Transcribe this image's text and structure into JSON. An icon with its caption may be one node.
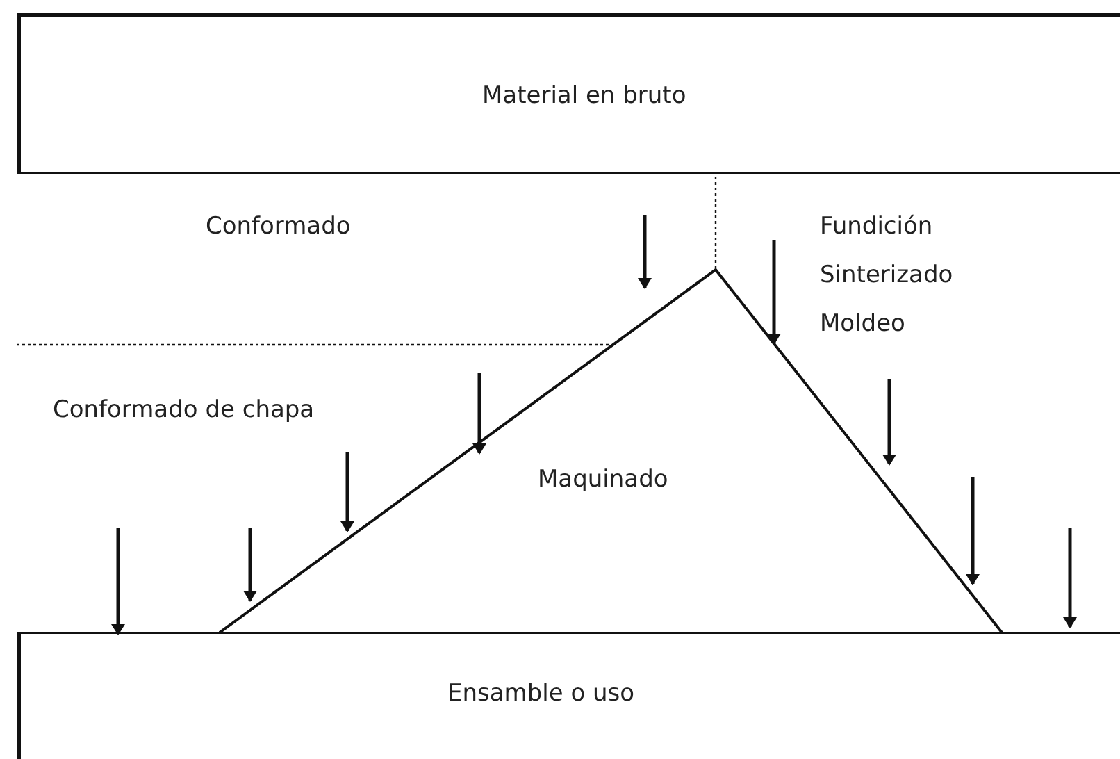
{
  "diagram": {
    "nodes": [
      {
        "text": [
          "Material en bruto"
        ]
      },
      {
        "text": [
          "Maquinado"
        ]
      },
      {
        "text": [
          "Ensamble o uso"
        ]
      }
    ],
    "edges": [],
    "labels": [
      "Conformado",
      "Fundición",
      "Sinterizado",
      "Moldeo",
      "Conformado de chapa"
    ]
  }
}
